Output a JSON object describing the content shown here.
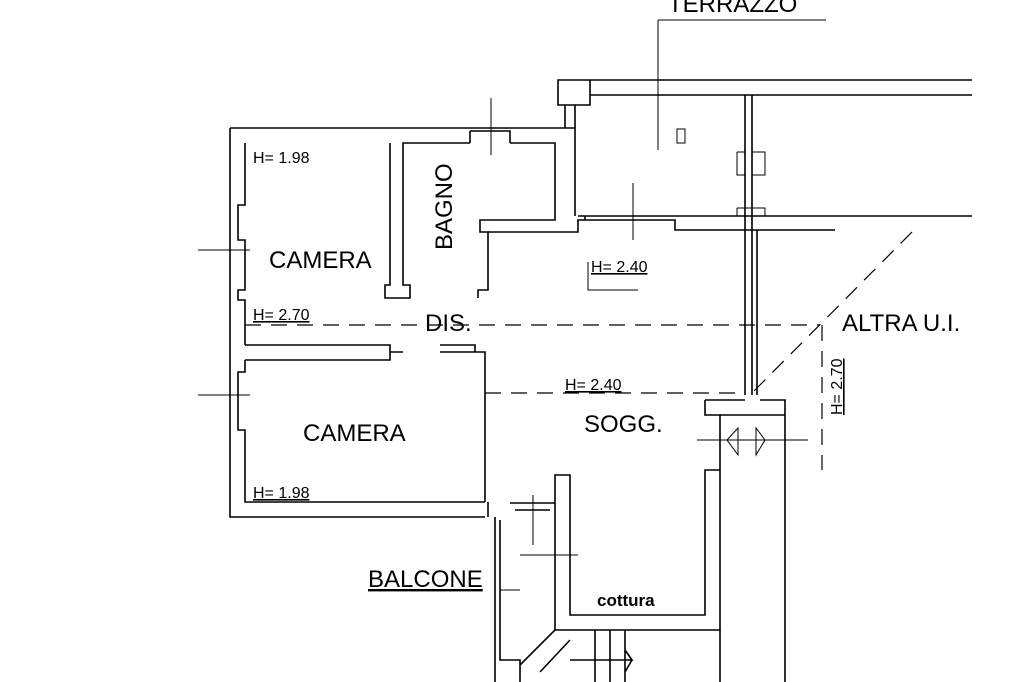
{
  "labels": {
    "terrazzo": "TERRAZZO",
    "camera_top": "CAMERA",
    "camera_bottom": "CAMERA",
    "bagno": "BAGNO",
    "dis": "DIS.",
    "sogg": "SOGG.",
    "altra_ui": "ALTRA U.I.",
    "balcone": "BALCONE",
    "cottura": "cottura"
  },
  "heights": {
    "camera_top": "H= 1.98",
    "camera_bottom": "H= 1.98",
    "dis": "H= 2.70",
    "terrazzo_side": "H= 2.40",
    "sogg": "H= 2.40",
    "altra_ui": "H= 2.70"
  }
}
